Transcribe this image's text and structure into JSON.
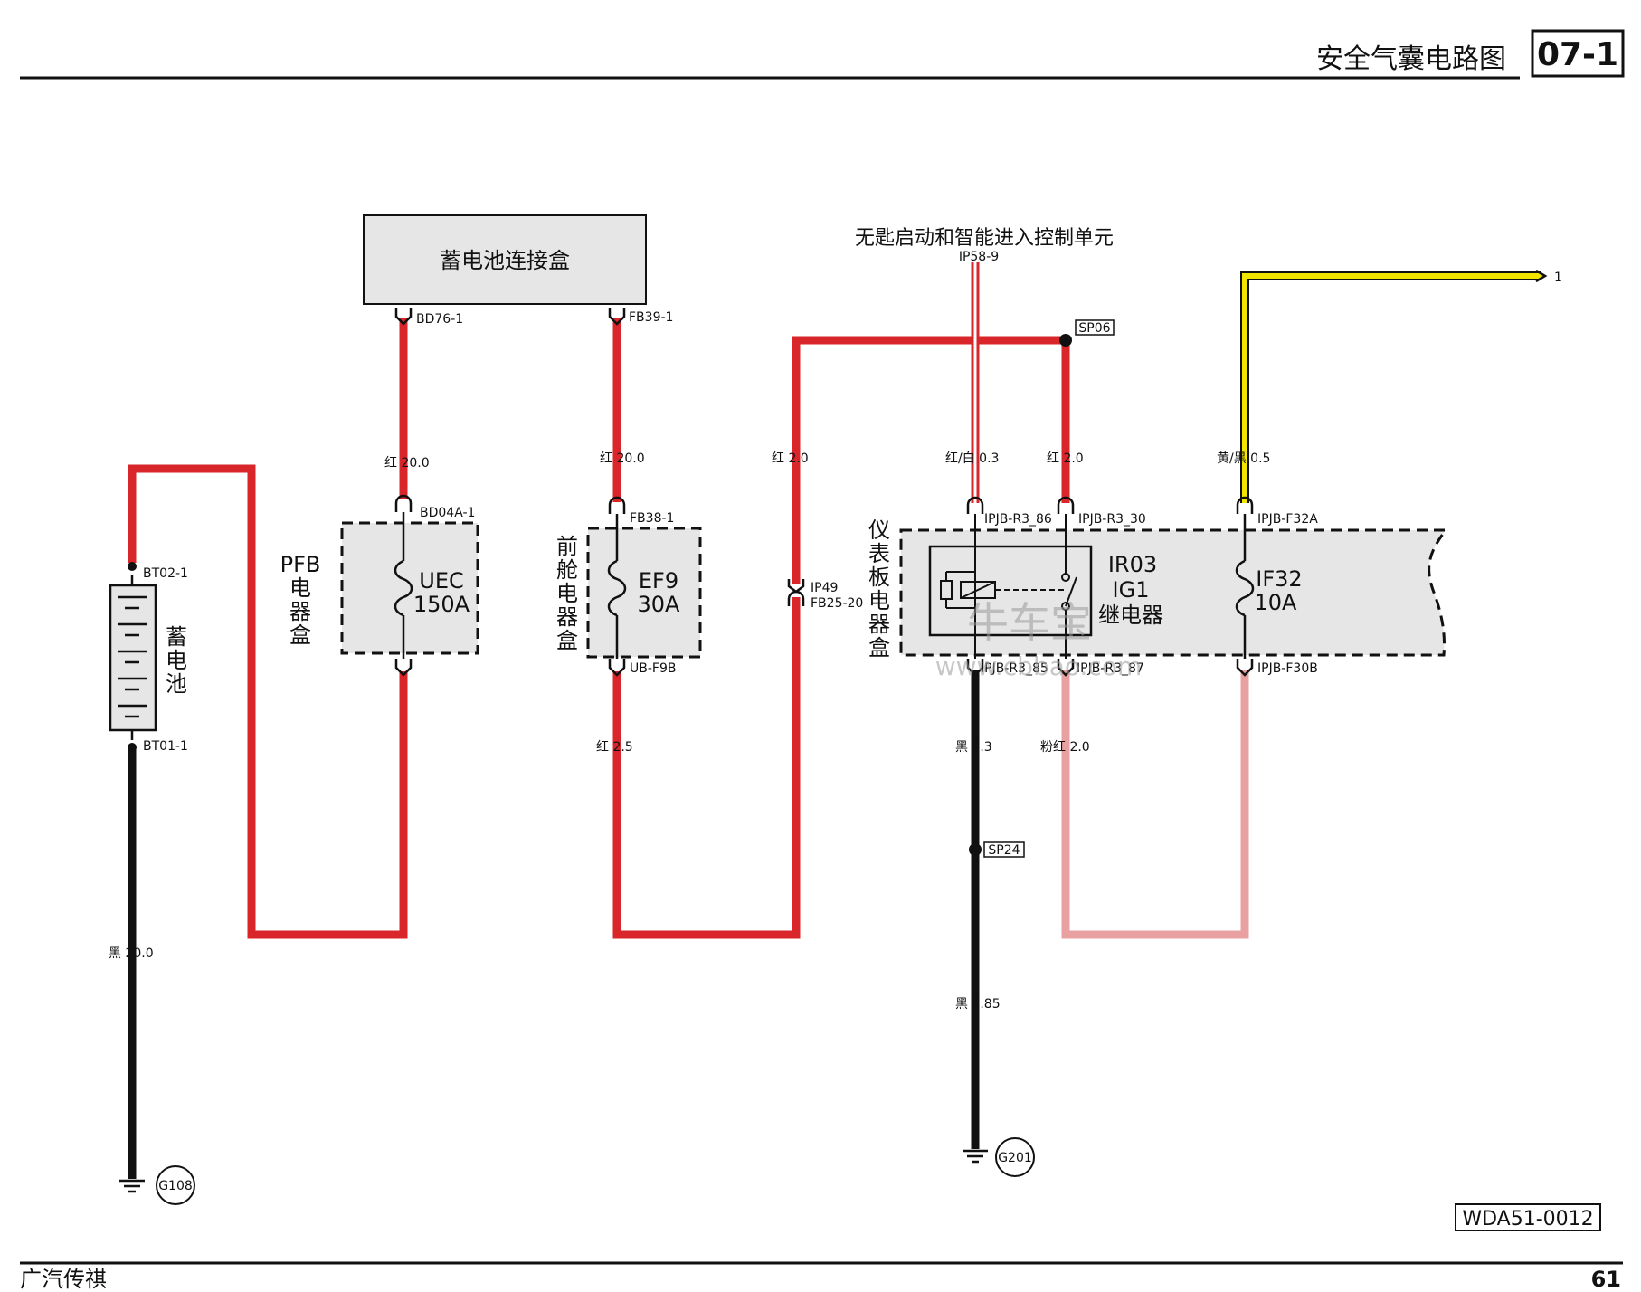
{
  "header": {
    "title": "安全气囊电路图",
    "page_code": "07-1"
  },
  "footer": {
    "brand": "广汽传祺",
    "page_number": "61",
    "doc_code": "WDA51-0012"
  },
  "colors": {
    "red": "#d9262b",
    "black": "#111111",
    "yellow": "#f2e600",
    "pink": "#e8a0a0",
    "box_fill": "#e6e6e6"
  },
  "battery_junction": {
    "label": "蓄电池连接盒",
    "pin_left": "BD76-1",
    "pin_right": "FB39-1"
  },
  "keyless_unit": {
    "label": "无匙启动和智能进入控制单元",
    "pin": "IP58-9"
  },
  "splices": {
    "sp06": "SP06",
    "sp24": "SP24"
  },
  "battery": {
    "label": [
      "蓄",
      "电",
      "池"
    ],
    "pin_top": "BT02-1",
    "pin_bottom": "BT01-1"
  },
  "pfb_box": {
    "label": [
      "PFB",
      "电",
      "器",
      "盒"
    ],
    "pin_top": "BD04A-1",
    "fuse_name": "UEC",
    "fuse_rating": "150A"
  },
  "front_box": {
    "label": [
      "前",
      "舱",
      "电",
      "器",
      "盒"
    ],
    "pin_top": "FB38-1",
    "pin_bottom": "UB-F9B",
    "fuse_name": "EF9",
    "fuse_rating": "30A"
  },
  "inline_connector": {
    "pin_a": "IP49",
    "pin_b": "FB25-20"
  },
  "ip_box": {
    "label": [
      "仪",
      "表",
      "板",
      "电",
      "器",
      "盒"
    ],
    "pins_top": [
      "IPJB-R3_86",
      "IPJB-R3_30",
      "IPJB-F32A"
    ],
    "pins_bottom": [
      "IPJB-R3_85",
      "IPJB-R3_87",
      "IPJB-F30B"
    ],
    "relay_code": "IR03",
    "relay_name": "IG1",
    "relay_type": "继电器",
    "fuse_name": "IF32",
    "fuse_rating": "10A"
  },
  "wires": {
    "w_bd76": "红  20.0",
    "w_fb39": "红  20.0",
    "w_ip49": "红  2.0",
    "w_ip58": "红/白  0.3",
    "w_sp06": "红  2.0",
    "w_f32a": "黄/黑  0.5",
    "w_ubf9b": "红  2.5",
    "w_r85": "黑  0.3",
    "w_r87": "粉红  2.0",
    "w_gnd1": "黑  20.0",
    "w_gnd2": "黑  0.85"
  },
  "offpage_ref": "1",
  "grounds": {
    "g1": "G108",
    "g2": "G201"
  },
  "watermark": {
    "line1": "牛车宝",
    "line2": "www.cbbao.com"
  }
}
